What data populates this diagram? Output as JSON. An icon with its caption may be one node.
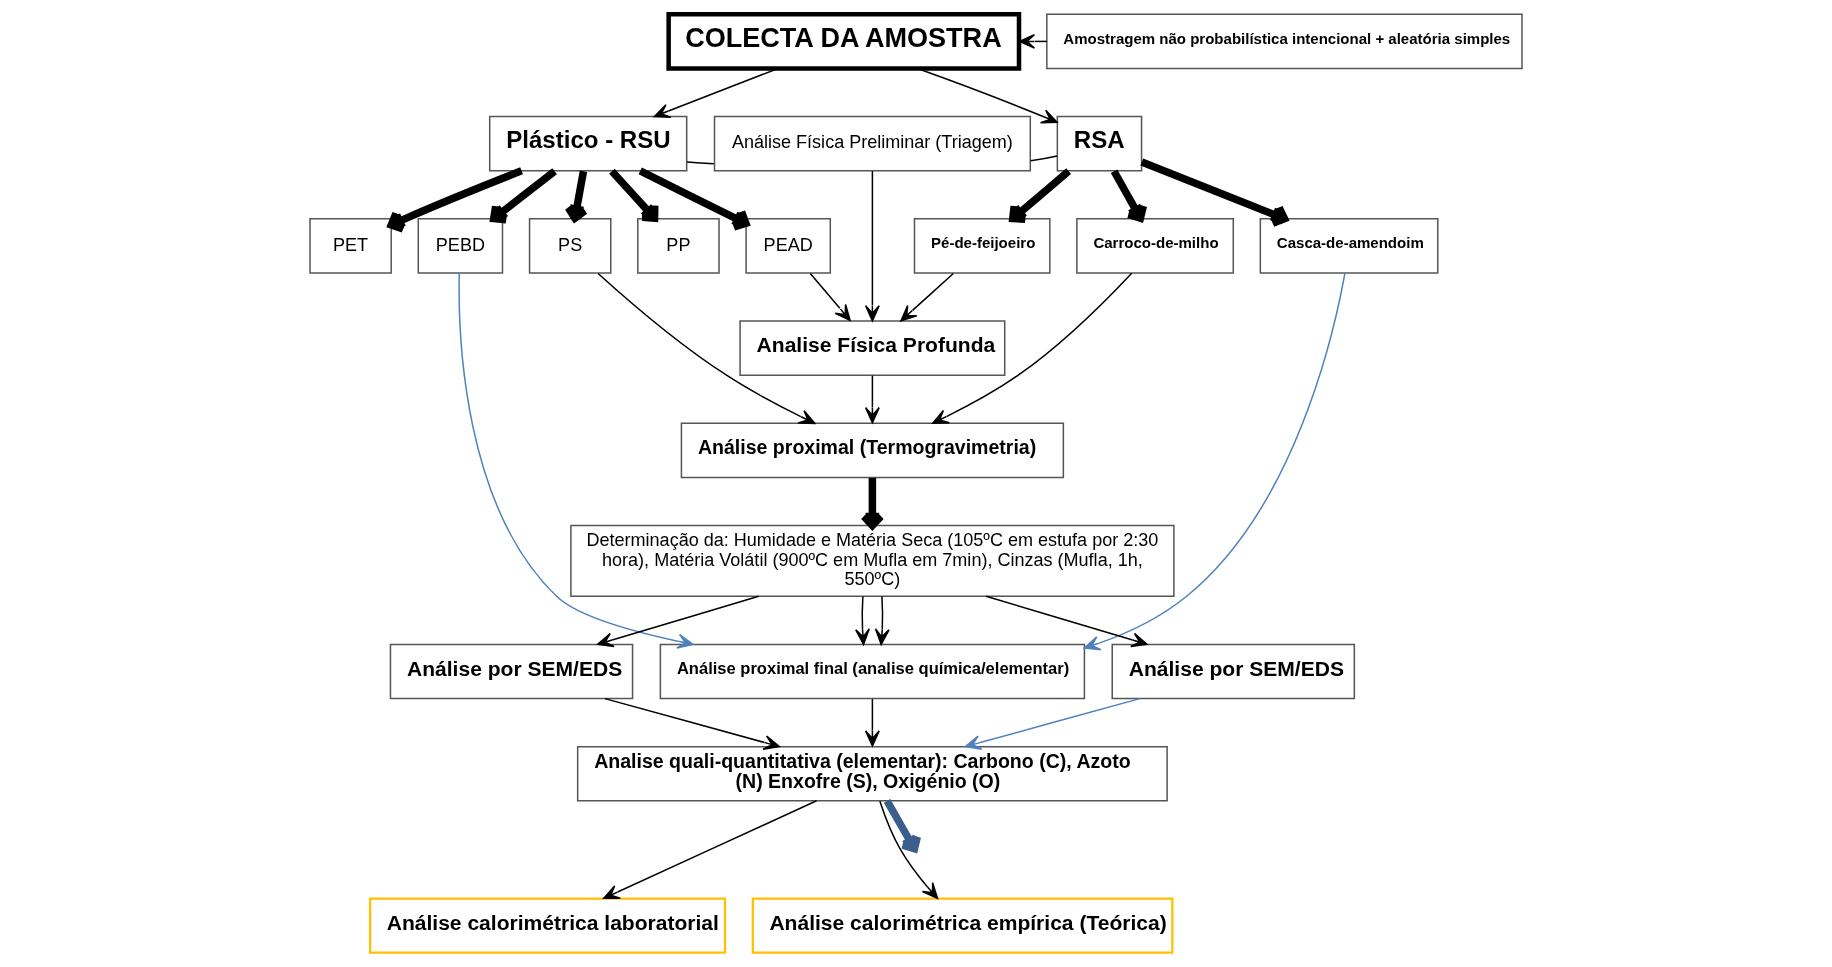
{
  "diagram": {
    "nodes": [
      {
        "text": [
          "COLECTA DA AMOSTRA"
        ]
      },
      {
        "text": [
          "Amostragem não probabilística intencional + aleatória simples"
        ]
      },
      {
        "text": [
          "Plástico - RSU"
        ]
      },
      {
        "text": [
          "RSA"
        ]
      },
      {
        "text": [
          "Análise Física Preliminar (Triagem)"
        ]
      },
      {
        "text": [
          "PET"
        ]
      },
      {
        "text": [
          "PEBD"
        ]
      },
      {
        "text": [
          "PS"
        ]
      },
      {
        "text": [
          "PP"
        ]
      },
      {
        "text": [
          "PEAD"
        ]
      },
      {
        "text": [
          "Pé-de-feijoeiro"
        ]
      },
      {
        "text": [
          "Carroco-de-milho"
        ]
      },
      {
        "text": [
          "Casca-de-amendoim"
        ]
      },
      {
        "text": [
          "Analise Física Profunda"
        ]
      },
      {
        "text": [
          "Análise proximal (Termogravimetria)"
        ]
      },
      {
        "text": [
          "Determinação da: Humidade e Matéria Seca (105ºC em estufa por 2:30 hora), Matéria Volátil (900ºC em Mufla em 7min), Cinzas (Mufla, 1h, 550ºC)"
        ]
      },
      {
        "text": [
          "Análise proximal final (analise química/elementar)"
        ]
      },
      {
        "text": [
          "Análise por SEM/EDS"
        ]
      },
      {
        "text": [
          "Análise por SEM/EDS"
        ]
      },
      {
        "text": [
          "Analise quali-quantitativa (elementar): Carbono (C), Azoto (N) Enxofre (S), Oxigénio (O)"
        ]
      },
      {
        "text": [
          "Análise calorimétrica laboratorial"
        ]
      },
      {
        "text": [
          "Análise calorimétrica empírica (Teórica)"
        ]
      }
    ],
    "edges": [
      {
        "from": 1,
        "to": 0,
        "arrow": "to"
      },
      {
        "from": 0,
        "to": 2,
        "arrow": "to"
      },
      {
        "from": 0,
        "to": 3,
        "arrow": "to"
      },
      {
        "from": 2,
        "to": 5,
        "arrow": "to",
        "style": "thick"
      },
      {
        "from": 2,
        "to": 6,
        "arrow": "to",
        "style": "thick"
      },
      {
        "from": 2,
        "to": 7,
        "arrow": "to",
        "style": "thick"
      },
      {
        "from": 2,
        "to": 8,
        "arrow": "to",
        "style": "thick"
      },
      {
        "from": 2,
        "to": 9,
        "arrow": "to",
        "style": "thick"
      },
      {
        "from": 3,
        "to": 10,
        "arrow": "to",
        "style": "thick"
      },
      {
        "from": 3,
        "to": 11,
        "arrow": "to",
        "style": "thick"
      },
      {
        "from": 3,
        "to": 12,
        "arrow": "to",
        "style": "thick"
      },
      {
        "from": 4,
        "to": 2,
        "arrow": "none"
      },
      {
        "from": 4,
        "to": 3,
        "arrow": "none"
      },
      {
        "from": 4,
        "to": 13,
        "arrow": "to"
      },
      {
        "from": 9,
        "to": 13,
        "arrow": "to"
      },
      {
        "from": 10,
        "to": 13,
        "arrow": "to"
      },
      {
        "from": 13,
        "to": 14,
        "arrow": "to"
      },
      {
        "from": 7,
        "to": 14,
        "arrow": "to"
      },
      {
        "from": 11,
        "to": 14,
        "arrow": "to"
      },
      {
        "from": 14,
        "to": 15,
        "arrow": "to",
        "style": "thick"
      },
      {
        "from": 6,
        "to": 16,
        "arrow": "to",
        "color": "#4f81bd"
      },
      {
        "from": 12,
        "to": 16,
        "arrow": "to",
        "color": "#4f81bd"
      },
      {
        "from": 15,
        "to": 17,
        "arrow": "to"
      },
      {
        "from": 15,
        "to": 16,
        "arrow": "to"
      },
      {
        "from": 15,
        "to": 18,
        "arrow": "to"
      },
      {
        "from": 15,
        "to": 16,
        "arrow": "to"
      },
      {
        "from": 16,
        "to": 19,
        "arrow": "to"
      },
      {
        "from": 17,
        "to": 19,
        "arrow": "to"
      },
      {
        "from": 18,
        "to": 19,
        "arrow": "to",
        "color": "#4f81bd"
      },
      {
        "from": 19,
        "to": null,
        "arrow": "to",
        "style": "thick",
        "color": "#3b5e8c"
      },
      {
        "from": 19,
        "to": 20,
        "arrow": "to"
      },
      {
        "from": 19,
        "to": 21,
        "arrow": "to"
      }
    ]
  }
}
